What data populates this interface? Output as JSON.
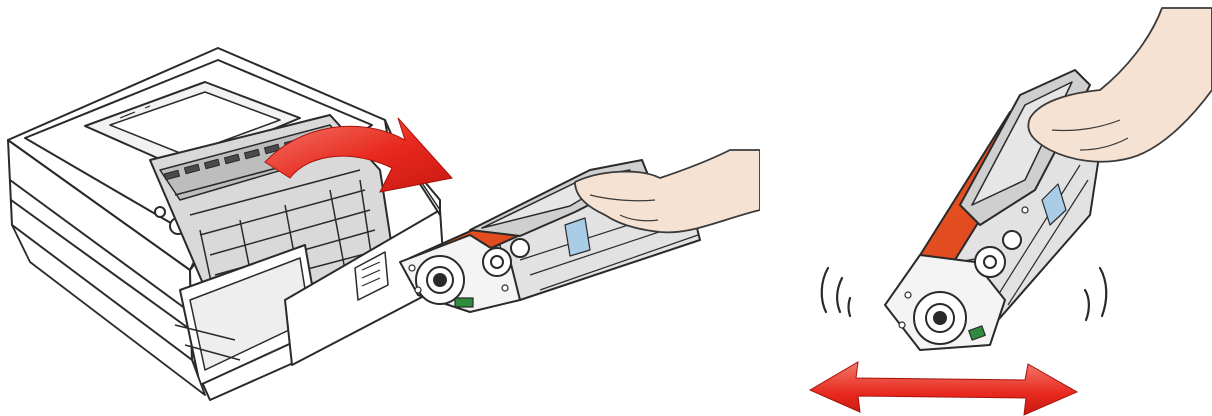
{
  "figure": {
    "steps": [
      {
        "name": "remove-drum-cartridge",
        "arrow": "curved"
      },
      {
        "name": "shake-cartridge",
        "arrow": "double-headed"
      }
    ],
    "colors": {
      "line": "#2a2a2a",
      "printer_body": "#ffffff",
      "printer_interior": "#d9d9d9",
      "cartridge_orange": "#e24c1c",
      "cartridge_gray": "#e2e2e2",
      "arrow_red": "#e8281e",
      "arrow_red_light": "#f37a6b",
      "skin": "#f6e2d2",
      "tape_blue": "#a9cde6",
      "tab_green": "#2f8c3e"
    }
  }
}
